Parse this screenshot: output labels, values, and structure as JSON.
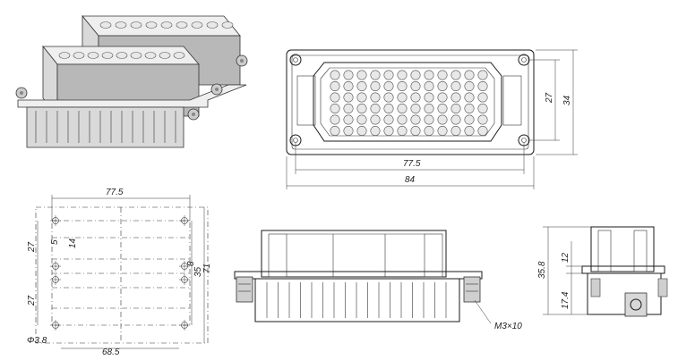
{
  "views": {
    "top_view": {
      "dim_inner_width": "77.5",
      "dim_outer_width": "84",
      "dim_inner_height": "27",
      "dim_outer_height": "34"
    },
    "cutout": {
      "dim_top_width": "77.5",
      "dim_bottom_width": "68.5",
      "dim_left_27a": "27",
      "dim_left_27b": "27",
      "dim_5": "5",
      "dim_14": "14",
      "dim_8": "8",
      "dim_35": "35",
      "dim_71": "71",
      "hole_label": "Φ3.8"
    },
    "side_view": {
      "screw_label": "M3×10"
    },
    "end_view": {
      "dim_358": "35.8",
      "dim_12": "12",
      "dim_174": "17.4"
    }
  }
}
